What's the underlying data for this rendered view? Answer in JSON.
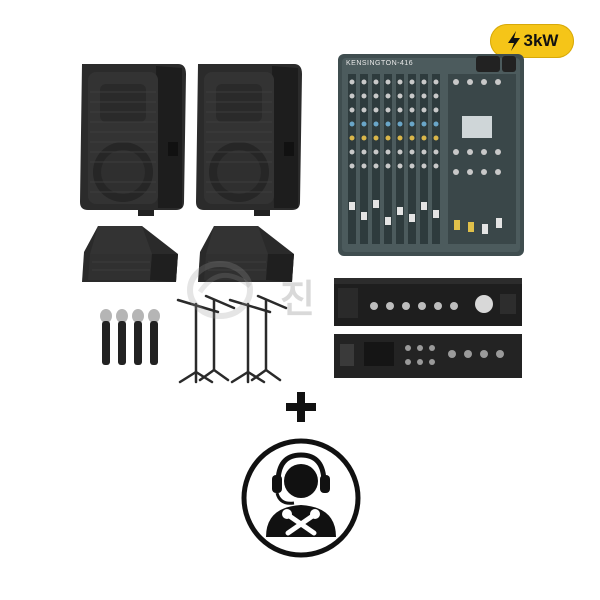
{
  "badge": {
    "label": "3kW",
    "icon": "lightning-bolt-icon",
    "color": "#f5c518"
  },
  "mixer": {
    "model_label": "KENSINGTON-416"
  },
  "plus_symbol": "+",
  "watermark": {
    "text": "진"
  },
  "technician": {
    "icon": "technician-headset-tools-icon"
  },
  "colors": {
    "accent": "#f5c518",
    "equipment": "#2a2a2a",
    "mixer_panel": "#4a5a5c"
  }
}
